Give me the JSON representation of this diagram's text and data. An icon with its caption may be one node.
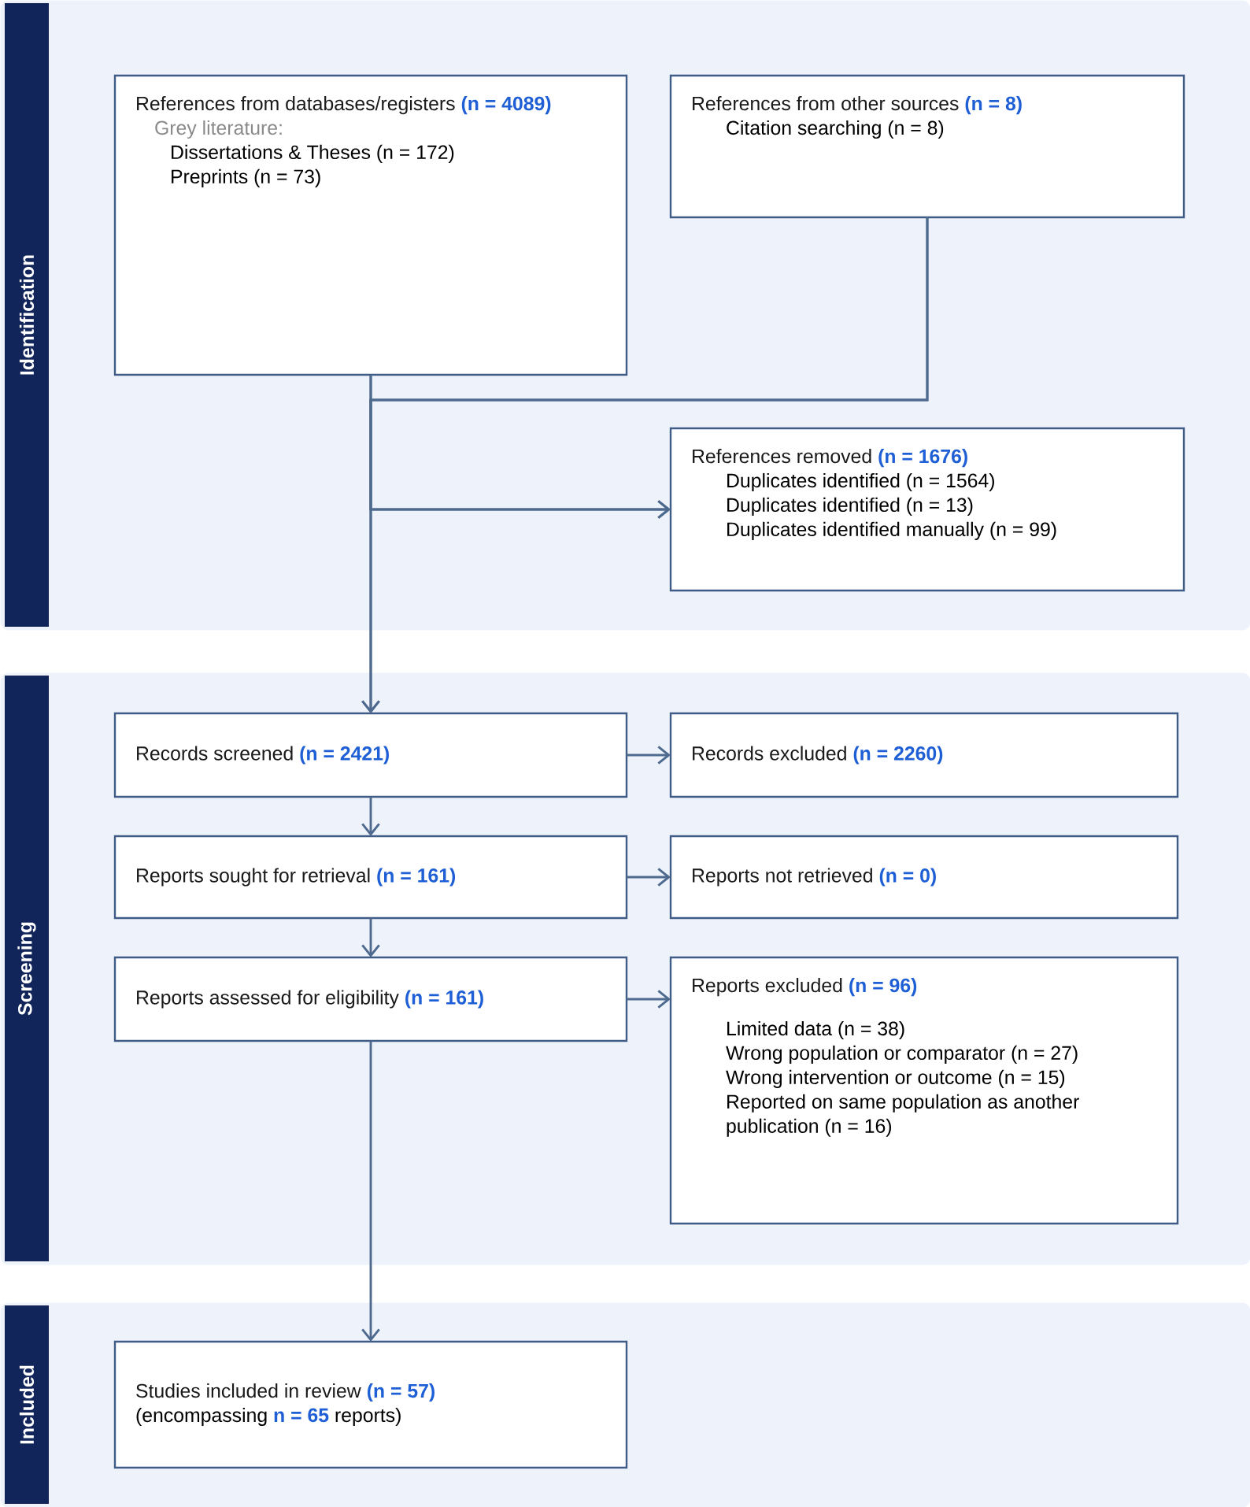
{
  "diagram": {
    "nodes": [
      {
        "text": [
          "Identification"
        ]
      },
      {
        "text": [
          "References from databases/registers **(n = 4089)**",
          "Grey literature:",
          "Dissertations & Theses (n = 172)",
          "Preprints (n = 73)"
        ],
        "in": 0
      },
      {
        "text": [
          "References from other sources **(n = 8)**",
          "Citation searching (n = 8)"
        ],
        "in": 0
      },
      {
        "text": [
          "References removed **(n = 1676)**",
          "Duplicates identified (n = 1564)",
          "Duplicates identified (n = 13)",
          "Duplicates identified manually (n = 99)"
        ],
        "in": 0
      },
      {
        "text": [
          "Screening"
        ]
      },
      {
        "text": [
          "Records screened **(n = 2421)**"
        ],
        "in": 4
      },
      {
        "text": [
          "Records excluded **(n = 2260)**"
        ],
        "in": 4
      },
      {
        "text": [
          "Reports sought for retrieval **(n = 161)**"
        ],
        "in": 4
      },
      {
        "text": [
          "Reports not retrieved **(n = 0)**"
        ],
        "in": 4
      },
      {
        "text": [
          "Reports assessed for eligibility **(n = 161)**"
        ],
        "in": 4
      },
      {
        "text": [
          "Reports excluded **(n = 96)**",
          "Limited data (n = 38)",
          "Wrong population or comparator (n = 27)",
          "Wrong intervention or outcome (n = 15)",
          "Reported on same population as another publication (n = 16)"
        ],
        "in": 4
      },
      {
        "text": [
          "Included"
        ]
      },
      {
        "text": [
          "Studies included in review **(n = 57)** (encompassing **n = 65** reports)"
        ],
        "in": 11
      }
    ],
    "edges": [
      {
        "from": 1,
        "to": 5,
        "arrow": "to"
      },
      {
        "from": 2,
        "to": 5,
        "arrow": "to"
      },
      {
        "from": 1,
        "to": 3,
        "arrow": "to"
      },
      {
        "from": 2,
        "to": 3,
        "arrow": "to"
      },
      {
        "from": 5,
        "to": 6,
        "arrow": "to"
      },
      {
        "from": 5,
        "to": 7,
        "arrow": "to"
      },
      {
        "from": 7,
        "to": 8,
        "arrow": "to"
      },
      {
        "from": 7,
        "to": 9,
        "arrow": "to"
      },
      {
        "from": 9,
        "to": 10,
        "arrow": "to"
      },
      {
        "from": 9,
        "to": 12,
        "arrow": "to"
      }
    ]
  }
}
